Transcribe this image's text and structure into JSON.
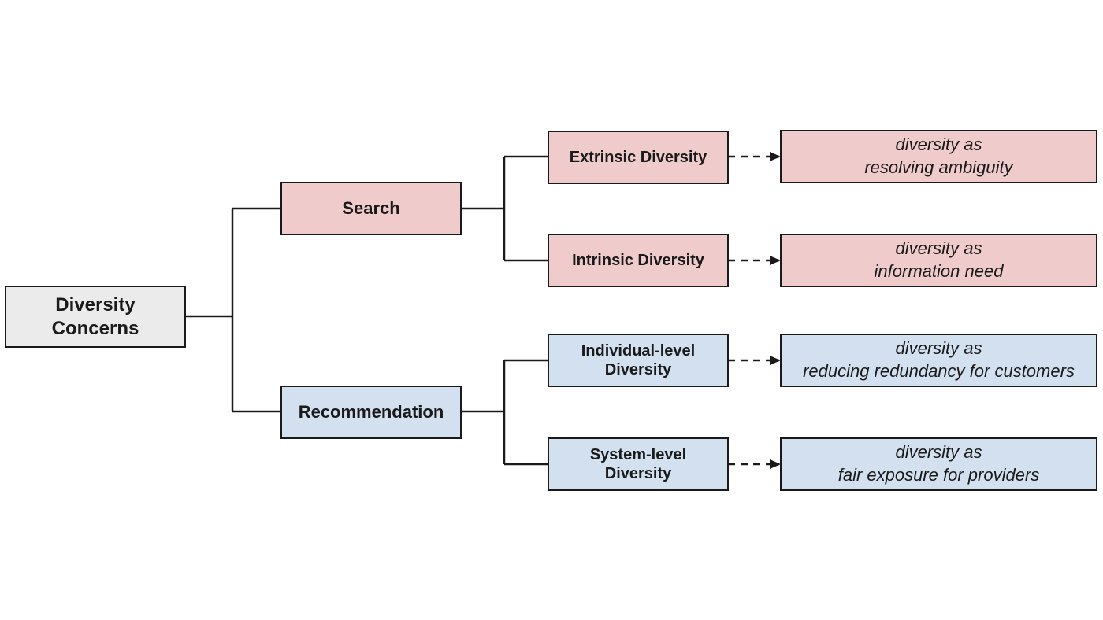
{
  "diagram": {
    "root": {
      "line1": "Diversity",
      "line2": "Concerns"
    },
    "search": {
      "label": "Search",
      "extrinsic": {
        "label": "Extrinsic Diversity",
        "desc_line1": "diversity as",
        "desc_line2": "resolving ambiguity"
      },
      "intrinsic": {
        "label": "Intrinsic Diversity",
        "desc_line1": "diversity as",
        "desc_line2": "information need"
      }
    },
    "recommendation": {
      "label": "Recommendation",
      "individual": {
        "line1": "Individual-level",
        "line2": "Diversity",
        "desc_line1": "diversity as",
        "desc_line2": "reducing redundancy for customers"
      },
      "system": {
        "line1": "System-level",
        "line2": "Diversity",
        "desc_line1": "diversity as",
        "desc_line2": "fair exposure for providers"
      }
    },
    "colors": {
      "root_fill": "#ebebeb",
      "search_fill": "#efcbcb",
      "recommendation_fill": "#d3e0f0",
      "stroke": "#1a1a1a"
    }
  }
}
